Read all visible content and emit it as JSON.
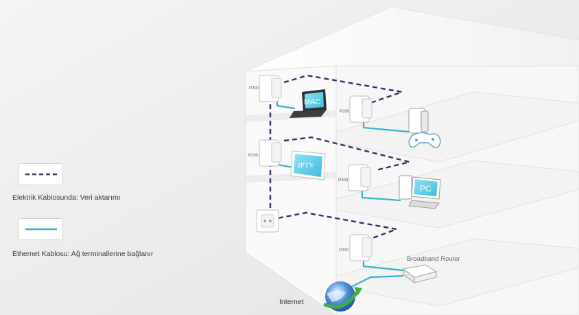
{
  "legend": {
    "power_line_label": "Elektrik Kablosunda: Veri aktarımı",
    "ethernet_label": "Ethernet Kablosu: Ağ terminallerine bağlanır"
  },
  "devices": {
    "adapter_label": "P200",
    "mac_label": "MAC",
    "iptv_label": "IPTV",
    "pc_label": "PC",
    "router_label": "Broadband Router",
    "internet_label": "Internet"
  },
  "colors": {
    "power_line": "#2b3566",
    "ethernet": "#35b2c9",
    "screen": "#5fd0e8"
  }
}
